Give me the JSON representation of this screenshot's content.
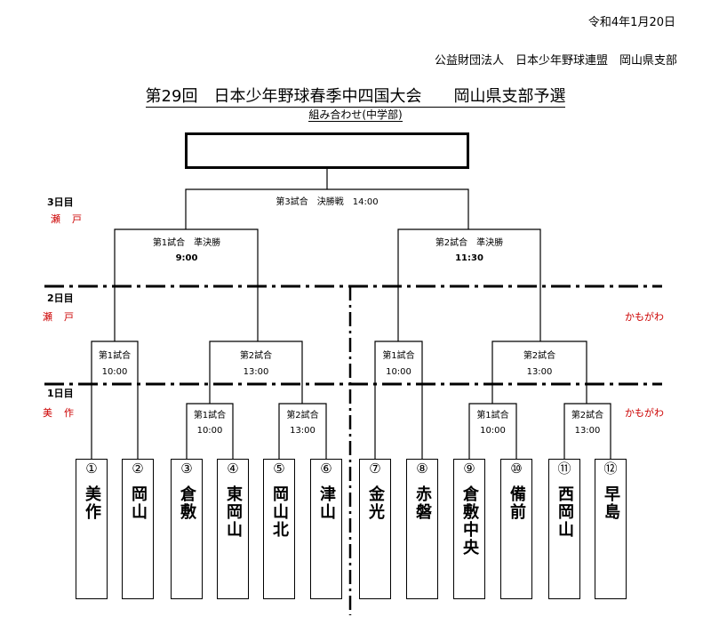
{
  "header": {
    "date": "令和4年1月20日",
    "organization": "公益財団法人　日本少年野球連盟　岡山県支部",
    "title": "第29回　日本少年野球春季中四国大会　　岡山県支部予選",
    "subtitle": "組み合わせ(中学部)"
  },
  "days": [
    {
      "day": "3日目",
      "venue": "瀬　戸"
    },
    {
      "day": "2日目",
      "venue": "瀬　戸",
      "venue_right": "かもがわ"
    },
    {
      "day": "1日目",
      "venue": "美　作",
      "venue_right": "かもがわ"
    }
  ],
  "games": {
    "final": {
      "label": "第3試合　決勝戦　14:00"
    },
    "semi1": {
      "label": "第1試合　準決勝",
      "time": "9:00"
    },
    "semi2": {
      "label": "第2試合　準決勝",
      "time": "11:30"
    },
    "d2_left_g1": {
      "label": "第1試合",
      "time": "10:00"
    },
    "d2_left_g2": {
      "label": "第2試合",
      "time": "13:00"
    },
    "d2_right_g1": {
      "label": "第1試合",
      "time": "10:00"
    },
    "d2_right_g2": {
      "label": "第2試合",
      "time": "13:00"
    },
    "d1_left_g1": {
      "label": "第1試合",
      "time": "10:00"
    },
    "d1_left_g2": {
      "label": "第2試合",
      "time": "13:00"
    },
    "d1_right_g1": {
      "label": "第1試合",
      "time": "10:00"
    },
    "d1_right_g2": {
      "label": "第2試合",
      "time": "13:00"
    }
  },
  "teams": [
    {
      "num": "①",
      "name": "美作"
    },
    {
      "num": "②",
      "name": "岡山"
    },
    {
      "num": "③",
      "name": "倉敷"
    },
    {
      "num": "④",
      "name": "東岡山"
    },
    {
      "num": "⑤",
      "name": "岡山北"
    },
    {
      "num": "⑥",
      "name": "津山"
    },
    {
      "num": "⑦",
      "name": "金光"
    },
    {
      "num": "⑧",
      "name": "赤磐"
    },
    {
      "num": "⑨",
      "name": "倉敷中央"
    },
    {
      "num": "⑩",
      "name": "備前"
    },
    {
      "num": "⑪",
      "name": "西岡山"
    },
    {
      "num": "⑫",
      "name": "早島"
    }
  ]
}
